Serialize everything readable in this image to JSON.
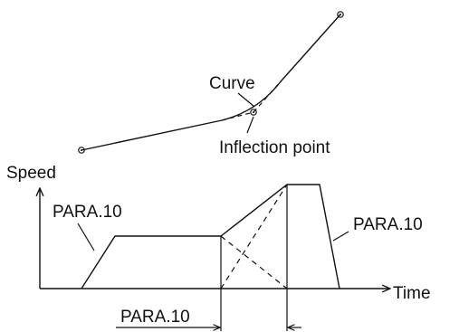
{
  "path_diagram": {
    "curve_label": "Curve",
    "inflection_label": "Inflection point"
  },
  "speed_diagram": {
    "y_axis_label": "Speed",
    "x_axis_label": "Time",
    "para_left_label": "PARA.10",
    "para_right_label": "PARA.10",
    "para_bottom_label": "PARA.10"
  },
  "colors": {
    "line": "#111111",
    "background": "#ffffff"
  }
}
